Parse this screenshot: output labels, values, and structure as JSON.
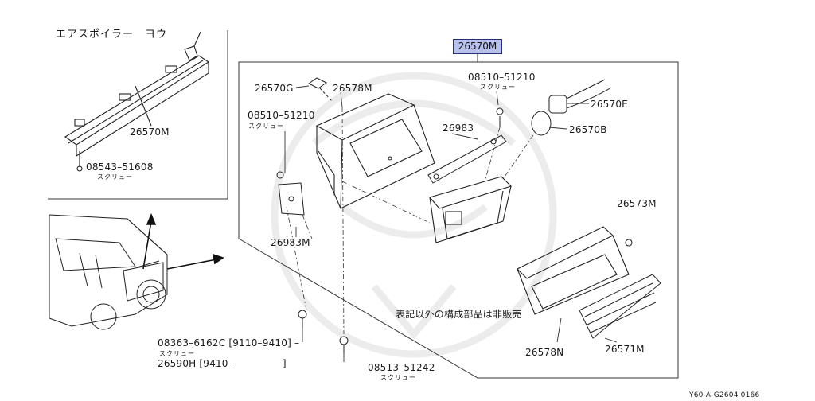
{
  "inset_title": "エアスポイラー　ヨウ",
  "callout_part": "26570M",
  "labels": {
    "inset_26570M": "26570M",
    "inset_08543": "08543–51608",
    "inset_08543_sub": "スクリュー",
    "p26570G": "26570G",
    "p26578M": "26578M",
    "p08510_left": "08510–51210",
    "p08510_left_sub": "スクリュー",
    "p08510_top": "08510–51210",
    "p08510_top_sub": "スクリュー",
    "p26983": "26983",
    "p26570E": "26570E",
    "p26570B": "26570B",
    "p26573M": "26573M",
    "p26983M": "26983M",
    "note_jp": "表記以外の構成部品は非販売",
    "p08363": "08363–6162C",
    "p08363_range": "[9110–9410]",
    "p08363_sub": "スクリュー",
    "p26590H": "26590H",
    "p26590H_range": "[9410–",
    "p26590H_close": "]",
    "p08513": "08513–51242",
    "p08513_sub": "スクリュー",
    "p26578N": "26578N",
    "p26571M": "26571M"
  },
  "footer_code": "Y60-A-G2604 0166"
}
